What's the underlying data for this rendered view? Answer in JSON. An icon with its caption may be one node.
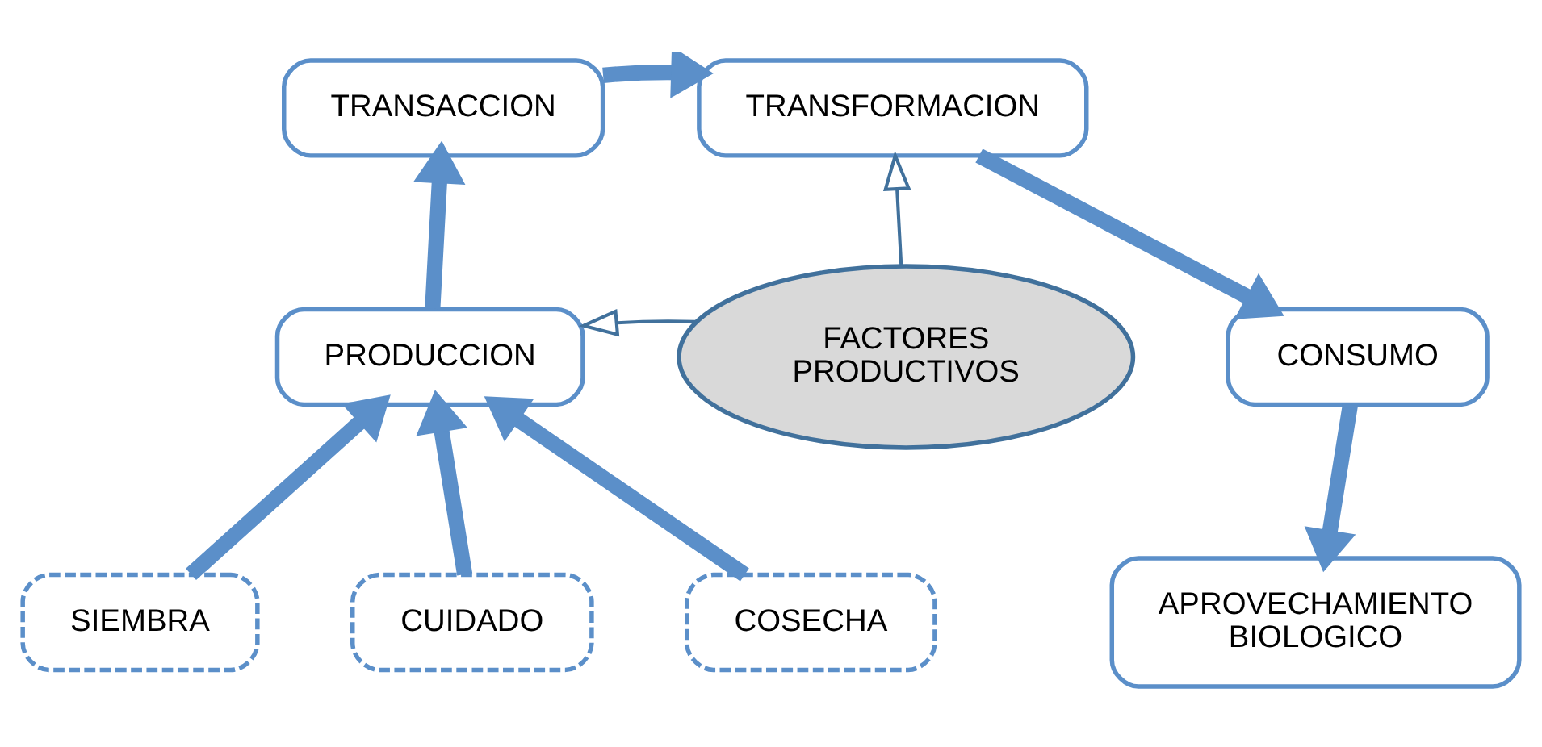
{
  "diagram": {
    "nodes": [
      {
        "text": [
          "TRANSACCION"
        ]
      },
      {
        "text": [
          "TRANSFORMACION"
        ]
      },
      {
        "text": [
          "FACTORES PRODUCTIVOS"
        ]
      },
      {
        "text": [
          "PRODUCCION"
        ]
      },
      {
        "text": [
          "CONSUMO"
        ]
      },
      {
        "text": [
          "SIEMBRA"
        ]
      },
      {
        "text": [
          "CUIDADO"
        ]
      },
      {
        "text": [
          "COSECHA"
        ]
      },
      {
        "text": [
          "APROVECHAMIENTO BIOLOGICO"
        ]
      }
    ],
    "edges": [
      {
        "from": 3,
        "to": 0,
        "arrow": "to"
      },
      {
        "from": 0,
        "to": 1,
        "arrow": "to"
      },
      {
        "from": 2,
        "to": 1,
        "arrow": "to",
        "color": "#41719c"
      },
      {
        "from": 2,
        "to": 3,
        "arrow": "to",
        "color": "#41719c"
      },
      {
        "from": 1,
        "to": 4,
        "arrow": "to"
      },
      {
        "from": 4,
        "to": 8,
        "arrow": "to"
      },
      {
        "from": 5,
        "to": 3,
        "arrow": "to"
      },
      {
        "from": 6,
        "to": 3,
        "arrow": "to"
      },
      {
        "from": 7,
        "to": 3,
        "arrow": "to"
      }
    ]
  }
}
